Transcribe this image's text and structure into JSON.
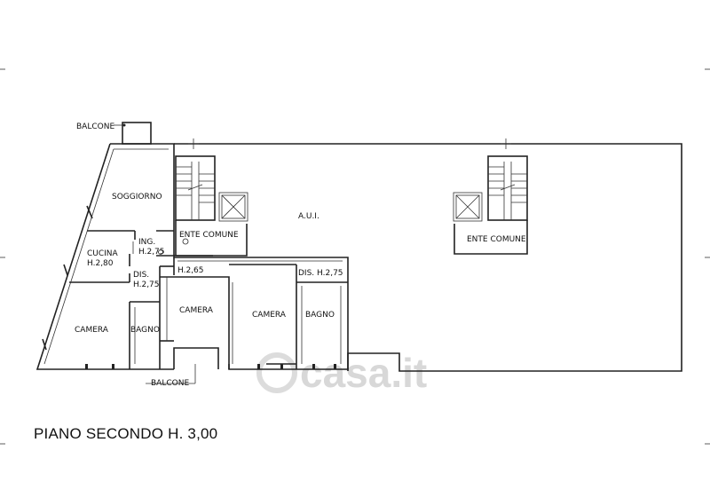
{
  "title": "PIANO SECONDO H. 3,00",
  "watermark": "casa.it",
  "labels": {
    "balcone_top": "BALCONE",
    "balcone_bottom": "BALCONE",
    "soggiorno": "SOGGIORNO",
    "ing": "ING.",
    "ing_h": "H.2,75",
    "cucina": "CUCINA",
    "cucina_h": "H.2,80",
    "dis_left": "DIS.",
    "dis_left_h": "H.2,75",
    "corridor_h": "H.2,65",
    "dis_right": "DIS. H.2,75",
    "camera_left": "CAMERA",
    "bagno_left": "BAGNO",
    "camera_mid": "CAMERA",
    "camera_right": "CAMERA",
    "bagno_right": "BAGNO",
    "ente_comune_left": "ENTE COMUNE",
    "ente_comune_right": "ENTE COMUNE",
    "aui": "A.U.I."
  },
  "colors": {
    "line": "#222222",
    "watermark": "#d8d8d8"
  }
}
